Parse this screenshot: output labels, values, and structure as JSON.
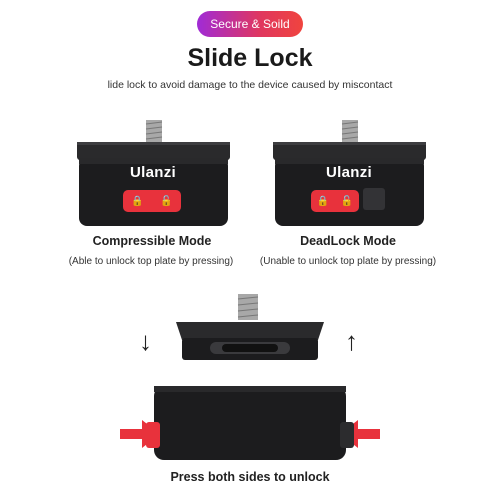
{
  "badge": {
    "label": "Secure & Soild",
    "gradient_start": "#a02bd6",
    "gradient_end": "#f0443e"
  },
  "header": {
    "title": "Slide Lock",
    "subtitle": "lide lock to avoid damage to the device caused by miscontact"
  },
  "modes": [
    {
      "brand": "Ulanzi",
      "title": "Compressible Mode",
      "description": "(Able to unlock top plate by pressing)"
    },
    {
      "brand": "Ulanzi",
      "title": "DeadLock Mode",
      "description": "(Unable to unlock top plate by pressing)"
    }
  ],
  "bottom": {
    "caption": "Press both sides to unlock"
  },
  "colors": {
    "accent_red": "#e8323c",
    "body_black": "#1c1c1e"
  },
  "icons": {
    "lock": "lock-icon",
    "unlock": "unlock-icon",
    "press_arrow": "red-arrow-icon",
    "motion_arrow": "vertical-arrow-icon"
  }
}
